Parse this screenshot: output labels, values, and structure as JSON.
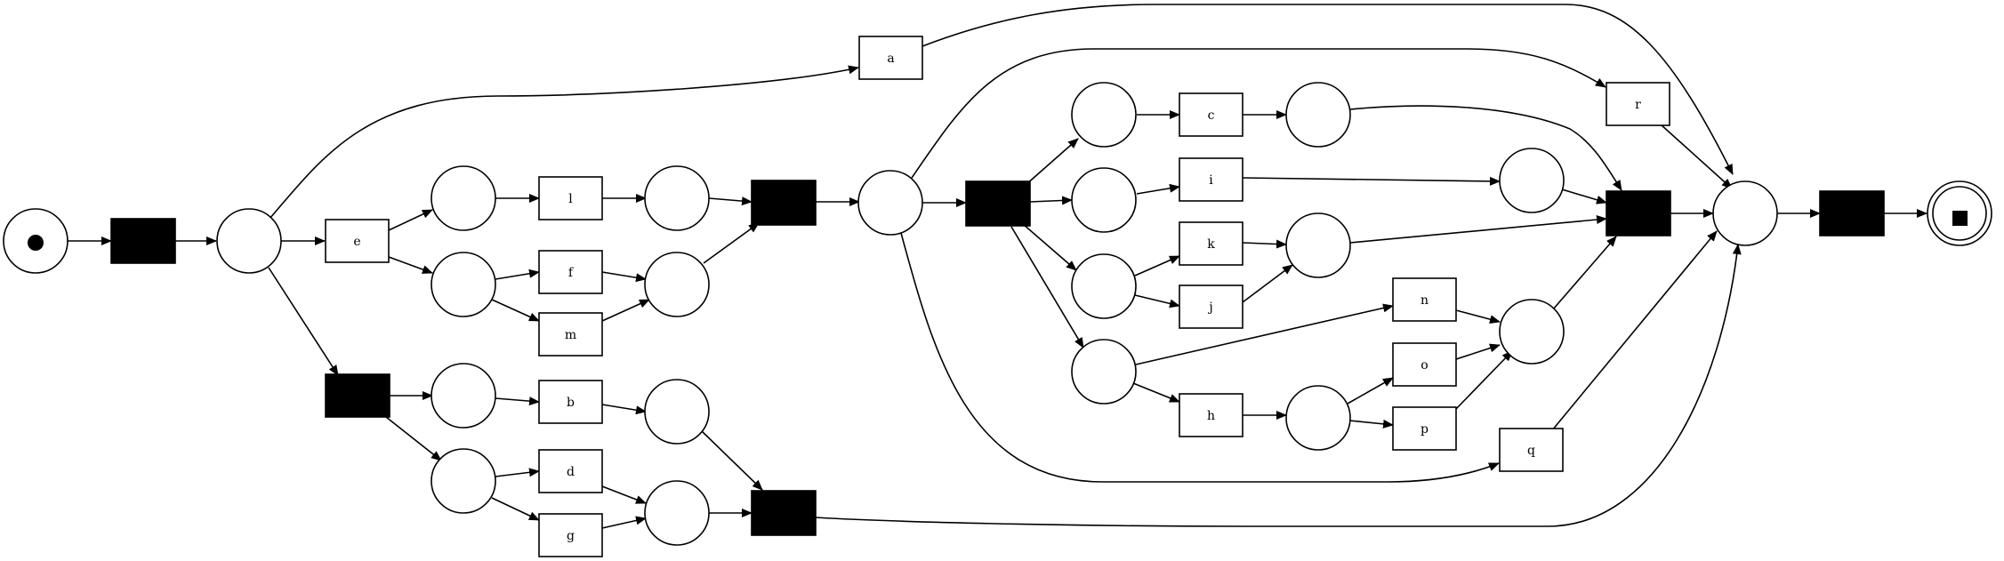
{
  "transition_labels": {
    "a": "a",
    "b": "b",
    "c": "c",
    "d": "d",
    "e": "e",
    "f": "f",
    "g": "g",
    "h": "h",
    "i": "i",
    "j": "j",
    "k": "k",
    "l": "l",
    "m": "m",
    "n": "n",
    "o": "o",
    "p": "p",
    "q": "q",
    "r": "r"
  },
  "colors": {
    "stroke": "#000000",
    "fill": "#ffffff",
    "silent": "#000000"
  },
  "nodes": [
    {
      "id": "source",
      "kind": "place",
      "marking": "start-token"
    },
    {
      "id": "p_after_start",
      "kind": "place"
    },
    {
      "id": "p_l_in",
      "kind": "place"
    },
    {
      "id": "p_l_out",
      "kind": "place"
    },
    {
      "id": "p_fm_in",
      "kind": "place"
    },
    {
      "id": "p_fm_out",
      "kind": "place"
    },
    {
      "id": "p_b_in",
      "kind": "place"
    },
    {
      "id": "p_b_out",
      "kind": "place"
    },
    {
      "id": "p_dg_in",
      "kind": "place"
    },
    {
      "id": "p_dg_out",
      "kind": "place"
    },
    {
      "id": "p_mid",
      "kind": "place"
    },
    {
      "id": "p_c_in",
      "kind": "place"
    },
    {
      "id": "p_c_out",
      "kind": "place"
    },
    {
      "id": "p_i_in",
      "kind": "place"
    },
    {
      "id": "p_i_out",
      "kind": "place"
    },
    {
      "id": "p_kj_in",
      "kind": "place"
    },
    {
      "id": "p_kj_out",
      "kind": "place"
    },
    {
      "id": "p_nh_in",
      "kind": "place"
    },
    {
      "id": "p_op_in",
      "kind": "place"
    },
    {
      "id": "p_nop_out",
      "kind": "place"
    },
    {
      "id": "p_end",
      "kind": "place"
    },
    {
      "id": "sink",
      "kind": "place",
      "marking": "final"
    },
    {
      "id": "tau_start",
      "kind": "silent"
    },
    {
      "id": "tau_split_bottom",
      "kind": "silent"
    },
    {
      "id": "tau_join_top",
      "kind": "silent"
    },
    {
      "id": "tau_join_bottom",
      "kind": "silent"
    },
    {
      "id": "tau_split_mid",
      "kind": "silent"
    },
    {
      "id": "tau_join_mid",
      "kind": "silent"
    },
    {
      "id": "tau_end",
      "kind": "silent"
    },
    {
      "id": "a",
      "kind": "transition",
      "label": "a"
    },
    {
      "id": "b",
      "kind": "transition",
      "label": "b"
    },
    {
      "id": "c",
      "kind": "transition",
      "label": "c"
    },
    {
      "id": "d",
      "kind": "transition",
      "label": "d"
    },
    {
      "id": "e",
      "kind": "transition",
      "label": "e"
    },
    {
      "id": "f",
      "kind": "transition",
      "label": "f"
    },
    {
      "id": "g",
      "kind": "transition",
      "label": "g"
    },
    {
      "id": "h",
      "kind": "transition",
      "label": "h"
    },
    {
      "id": "i",
      "kind": "transition",
      "label": "i"
    },
    {
      "id": "j",
      "kind": "transition",
      "label": "j"
    },
    {
      "id": "k",
      "kind": "transition",
      "label": "k"
    },
    {
      "id": "l",
      "kind": "transition",
      "label": "l"
    },
    {
      "id": "m",
      "kind": "transition",
      "label": "m"
    },
    {
      "id": "n",
      "kind": "transition",
      "label": "n"
    },
    {
      "id": "o",
      "kind": "transition",
      "label": "o"
    },
    {
      "id": "p",
      "kind": "transition",
      "label": "p"
    },
    {
      "id": "q",
      "kind": "transition",
      "label": "q"
    },
    {
      "id": "r",
      "kind": "transition",
      "label": "r"
    }
  ],
  "arcs": [
    [
      "source",
      "tau_start"
    ],
    [
      "tau_start",
      "p_after_start"
    ],
    [
      "p_after_start",
      "a"
    ],
    [
      "p_after_start",
      "e"
    ],
    [
      "p_after_start",
      "tau_split_bottom"
    ],
    [
      "a",
      "p_end"
    ],
    [
      "e",
      "p_l_in"
    ],
    [
      "e",
      "p_fm_in"
    ],
    [
      "p_l_in",
      "l"
    ],
    [
      "l",
      "p_l_out"
    ],
    [
      "p_fm_in",
      "f"
    ],
    [
      "p_fm_in",
      "m"
    ],
    [
      "f",
      "p_fm_out"
    ],
    [
      "m",
      "p_fm_out"
    ],
    [
      "p_l_out",
      "tau_join_top"
    ],
    [
      "p_fm_out",
      "tau_join_top"
    ],
    [
      "tau_join_top",
      "p_mid"
    ],
    [
      "tau_split_bottom",
      "p_b_in"
    ],
    [
      "tau_split_bottom",
      "p_dg_in"
    ],
    [
      "p_b_in",
      "b"
    ],
    [
      "b",
      "p_b_out"
    ],
    [
      "p_dg_in",
      "d"
    ],
    [
      "p_dg_in",
      "g"
    ],
    [
      "d",
      "p_dg_out"
    ],
    [
      "g",
      "p_dg_out"
    ],
    [
      "p_b_out",
      "tau_join_bottom"
    ],
    [
      "p_dg_out",
      "tau_join_bottom"
    ],
    [
      "tau_join_bottom",
      "p_end"
    ],
    [
      "p_mid",
      "r"
    ],
    [
      "p_mid",
      "tau_split_mid"
    ],
    [
      "p_mid",
      "q"
    ],
    [
      "r",
      "p_end"
    ],
    [
      "q",
      "p_end"
    ],
    [
      "tau_split_mid",
      "p_c_in"
    ],
    [
      "tau_split_mid",
      "p_i_in"
    ],
    [
      "tau_split_mid",
      "p_kj_in"
    ],
    [
      "tau_split_mid",
      "p_nh_in"
    ],
    [
      "p_c_in",
      "c"
    ],
    [
      "c",
      "p_c_out"
    ],
    [
      "p_c_out",
      "tau_join_mid"
    ],
    [
      "p_i_in",
      "i"
    ],
    [
      "i",
      "p_i_out"
    ],
    [
      "p_i_out",
      "tau_join_mid"
    ],
    [
      "p_kj_in",
      "k"
    ],
    [
      "p_kj_in",
      "j"
    ],
    [
      "k",
      "p_kj_out"
    ],
    [
      "j",
      "p_kj_out"
    ],
    [
      "p_kj_out",
      "tau_join_mid"
    ],
    [
      "p_nh_in",
      "n"
    ],
    [
      "p_nh_in",
      "h"
    ],
    [
      "h",
      "p_op_in"
    ],
    [
      "p_op_in",
      "o"
    ],
    [
      "p_op_in",
      "p"
    ],
    [
      "n",
      "p_nop_out"
    ],
    [
      "o",
      "p_nop_out"
    ],
    [
      "p",
      "p_nop_out"
    ],
    [
      "p_nop_out",
      "tau_join_mid"
    ],
    [
      "tau_join_mid",
      "p_end"
    ],
    [
      "p_end",
      "tau_end"
    ],
    [
      "tau_end",
      "sink"
    ]
  ]
}
